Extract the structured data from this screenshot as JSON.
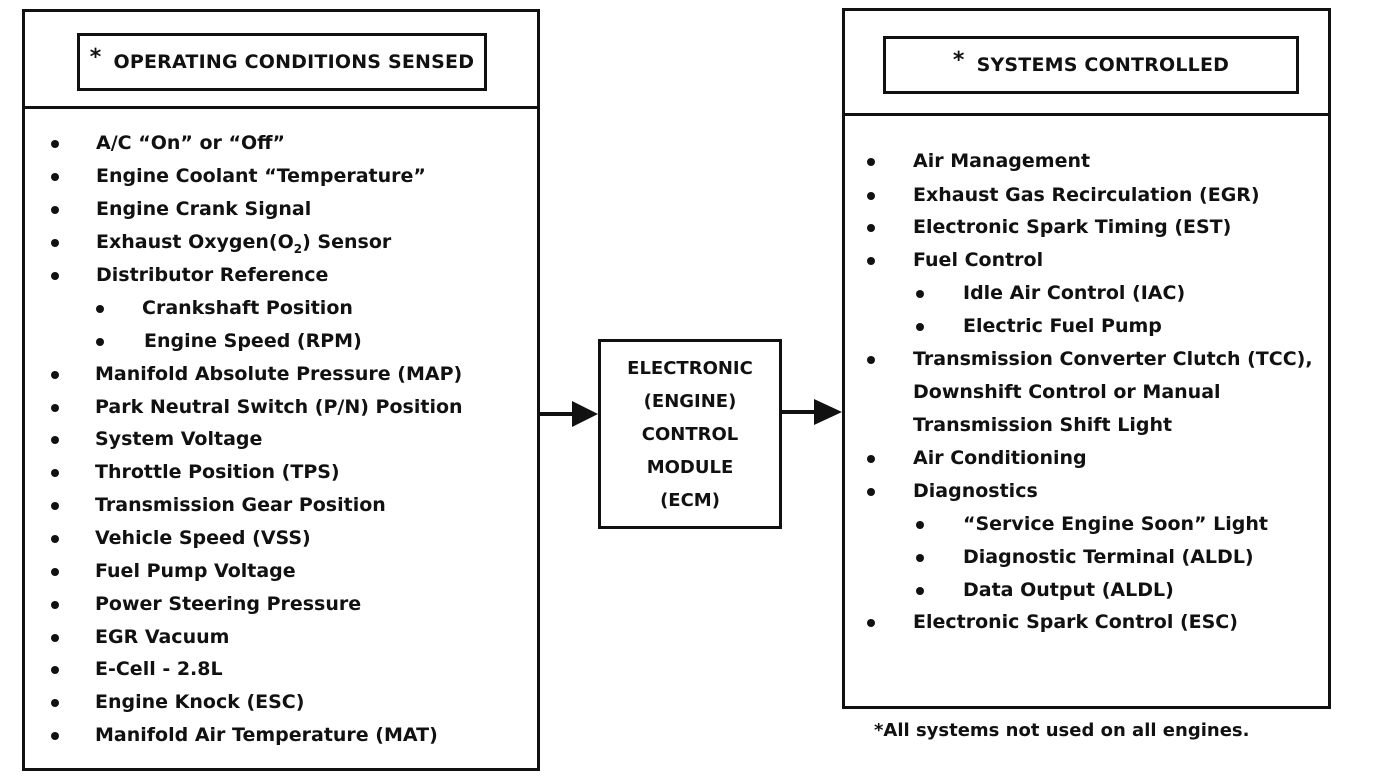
{
  "left_panel": {
    "star": "*",
    "title": "OPERATING CONDITIONS SENSED",
    "items": [
      "A/C “On” or “Off”",
      "Engine Coolant “Temperature”",
      "Engine Crank Signal",
      "Exhaust Oxygen(O",
      "Distributor Reference",
      "Crankshaft Position",
      "Engine Speed (RPM)",
      "Manifold Absolute Pressure  (MAP)",
      "Park Neutral Switch (P/N) Position",
      "System Voltage",
      "Throttle Position (TPS)",
      "Transmission Gear Position",
      "Vehicle Speed (VSS)",
      "Fuel Pump Voltage",
      "Power Steering Pressure",
      "EGR  Vacuum",
      "E-Cell - 2.8L",
      "Engine Knock (ESC)",
      "Manifold Air Temperature (MAT)"
    ],
    "oxygen_subscript": "2",
    "oxygen_suffix": ") Sensor"
  },
  "center": {
    "lines": [
      "ELECTRONIC",
      "(ENGINE)",
      "CONTROL",
      "MODULE",
      "(ECM)"
    ]
  },
  "right_panel": {
    "star": "*",
    "title": "SYSTEMS CONTROLLED",
    "items": [
      "Air Management",
      "Exhaust Gas Recirculation (EGR)",
      "Electronic Spark Timing (EST)",
      "Fuel Control",
      "Idle Air Control (IAC)",
      "Electric Fuel Pump",
      "Transmission Converter Clutch (TCC),",
      "Downshift Control  or Manual",
      "Transmission  Shift Light",
      "Air Conditioning",
      "Diagnostics",
      "“Service Engine Soon” Light",
      "Diagnostic Terminal  (ALDL)",
      "Data Output (ALDL)",
      "Electronic Spark Control (ESC)"
    ]
  },
  "footnote": "*All systems not used on all engines."
}
